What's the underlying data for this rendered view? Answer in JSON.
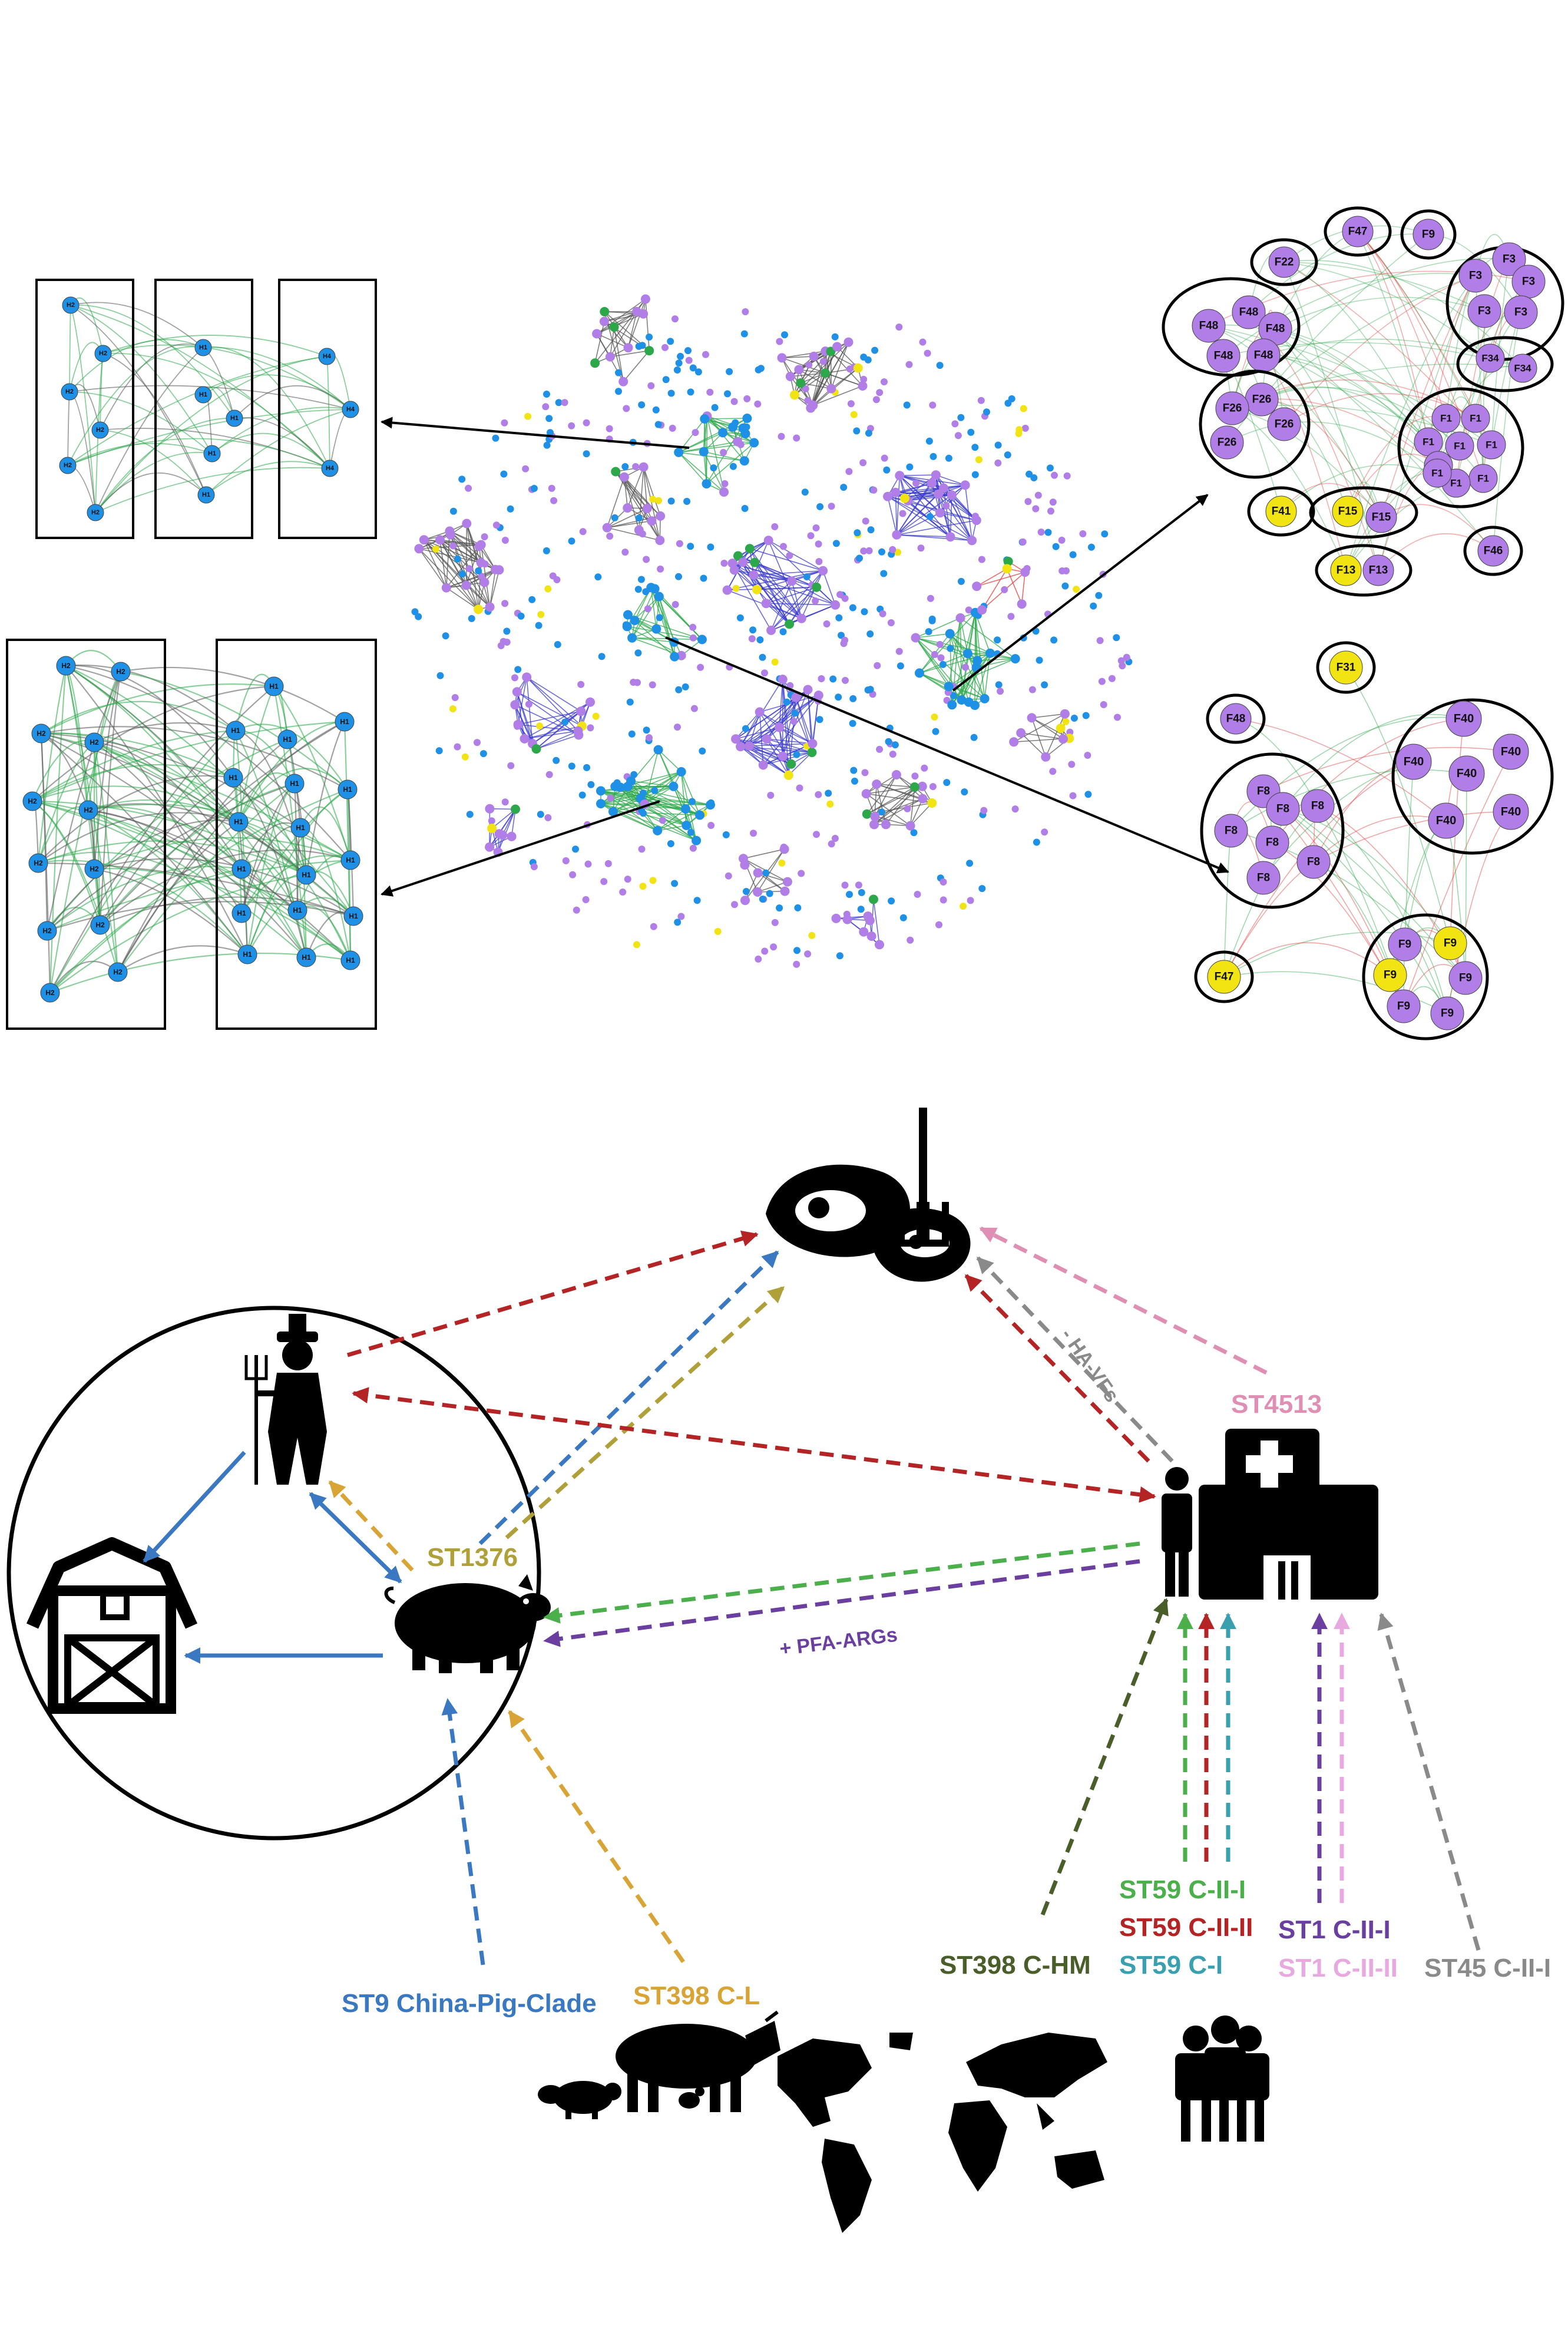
{
  "colors": {
    "blue_node": "#1e90e6",
    "purple_node": "#b07ee6",
    "yellow_node": "#f2e312",
    "green_edge": "#2ca84a",
    "gray_edge": "#555555",
    "blue_edge": "#3b3bcc",
    "red_edge": "#e03a3a",
    "dark_red": "#b52424",
    "steel_blue": "#3a78c2",
    "olive": "#b0a03a",
    "gold": "#d9a436",
    "pink": "#e08fb4",
    "gray": "#8a8a8a",
    "green": "#4bb04b",
    "teal": "#3aa0b0",
    "purple": "#6a3fa0",
    "light_pink": "#e8a8e0",
    "dark_green": "#4a5e2a"
  },
  "network": {
    "h_top_groups": [
      [
        "H2",
        "H2",
        "H2",
        "H2",
        "H2",
        "H2"
      ],
      [
        "H1",
        "H1",
        "H1",
        "H1",
        "H1"
      ],
      [
        "H4",
        "H4",
        "H4"
      ]
    ],
    "h_bottom_groups": [
      [
        "H2",
        "H2",
        "H2",
        "H2",
        "H2",
        "H2",
        "H2",
        "H2",
        "H2",
        "H2",
        "H2",
        "H2"
      ],
      [
        "H1",
        "H1",
        "H1",
        "H1",
        "H1",
        "H1",
        "H1",
        "H1",
        "H1",
        "H1",
        "H1",
        "H1",
        "H1",
        "H1",
        "H1",
        "H1",
        "H1",
        "H1"
      ]
    ],
    "f_top": {
      "f47": "F47",
      "f9": "F9",
      "f22": "F22",
      "f3": [
        "F3",
        "F3",
        "F3",
        "F3",
        "F3"
      ],
      "f48": [
        "F48",
        "F48",
        "F48",
        "F48",
        "F48"
      ],
      "f34": [
        "F34",
        "F34"
      ],
      "f26": [
        "F26",
        "F26",
        "F26",
        "F26"
      ],
      "f1": [
        "F1",
        "F1",
        "F1",
        "F1",
        "F1",
        "F1",
        "F1",
        "F1",
        "F1"
      ],
      "f41": "F41",
      "f15": [
        "F15",
        "F15"
      ],
      "f13": [
        "F13",
        "F13"
      ],
      "f46": "F46"
    },
    "f_bottom": {
      "f31": "F31",
      "f48": "F48",
      "f40": [
        "F40",
        "F40",
        "F40",
        "F40",
        "F40",
        "F40"
      ],
      "f8": [
        "F8",
        "F8",
        "F8",
        "F8",
        "F8",
        "F8",
        "F8"
      ],
      "f47": "F47",
      "f9": [
        "F9",
        "F9",
        "F9",
        "F9",
        "F9",
        "F9"
      ]
    }
  },
  "transmission": {
    "st4513": "ST4513",
    "st1376": "ST1376",
    "ha_vfs": "- HA-VFs",
    "pfa_args": "+ PFA-ARGs",
    "st9": "ST9 China-Pig-Clade",
    "st398_cl": "ST398 C-L",
    "st398_chm": "ST398 C-HM",
    "st59_c2i": "ST59 C-II-I",
    "st59_c2ii": "ST59 C-II-II",
    "st59_ci": "ST59 C-I",
    "st1_c2i": "ST1 C-II-I",
    "st1_c2ii": "ST1 C-II-II",
    "st45_c2i": "ST45 C-II-I"
  }
}
